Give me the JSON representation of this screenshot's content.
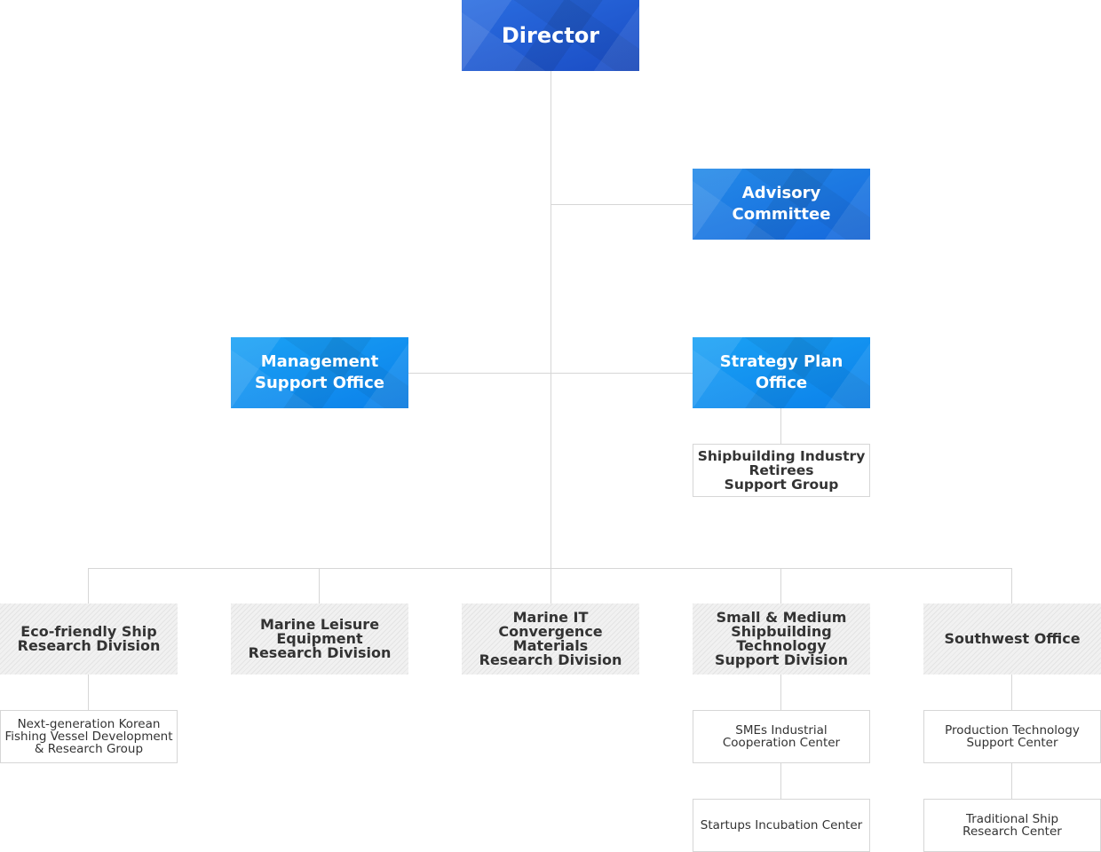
{
  "director": "Director",
  "advisory_committee": "Advisory Committee",
  "management_support_office": "Management\nSupport Office",
  "strategy_plan_office": "Strategy Plan Office",
  "shipbuilding_retirees_group": "Shipbuilding Industry\nRetirees\nSupport Group",
  "divisions": [
    "Eco-friendly Ship\nResearch Division",
    "Marine Leisure\nEquipment\nResearch Division",
    "Marine IT\nConvergence\nMaterials\nResearch Division",
    "Small & Medium\nShipbuilding\nTechnology\nSupport Division",
    "Southwest Office"
  ],
  "sub_units": {
    "fishing_vessel_group": "Next-generation Korean\nFishing Vessel Development\n& Research Group",
    "smes_center": "SMEs Industrial\nCooperation Center",
    "startups_center": "Startups Incubation Center",
    "production_center": "Production Technology\nSupport Center",
    "traditional_ship_center": "Traditional Ship\nResearch Center"
  },
  "colors": {
    "blue_dark": "#1f58cf",
    "blue_mid": "#1a78e6",
    "blue_light": "#0f92f0",
    "connector": "#d6d6d6",
    "gray_box": "#eeeeee",
    "text_dark": "#333333"
  }
}
